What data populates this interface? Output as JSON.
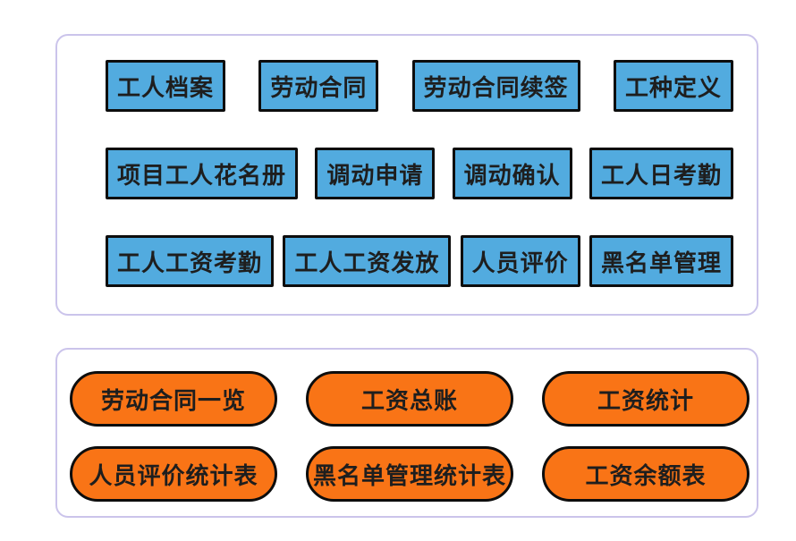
{
  "top_panel": {
    "rows": [
      [
        "工人档案",
        "劳动合同",
        "劳动合同续签",
        "工种定义"
      ],
      [
        "项目工人花名册",
        "调动申请",
        "调动确认",
        "工人日考勤"
      ],
      [
        "工人工资考勤",
        "工人工资发放",
        "人员评价",
        "黑名单管理"
      ]
    ]
  },
  "bottom_panel": {
    "rows": [
      [
        "劳动合同一览",
        "工资总账",
        "工资统计"
      ],
      [
        "人员评价统计表",
        "黑名单管理统计表",
        "工资余额表"
      ]
    ]
  },
  "colors": {
    "blue_button": "#52ABDF",
    "orange_button": "#F97416",
    "panel_border": "#CBC4EB",
    "button_border": "#0D0D0D",
    "text": "#1E1E1E"
  }
}
